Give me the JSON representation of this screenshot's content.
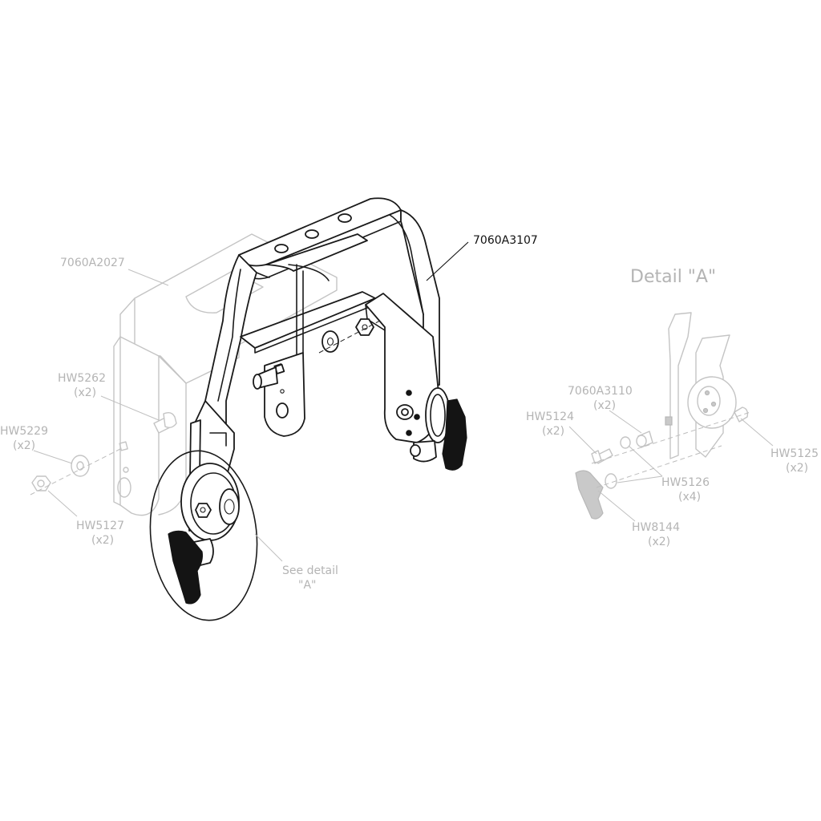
{
  "labels": {
    "main_assembly": "7060A3107",
    "bracket": "7060A2027",
    "detail_title": "Detail \"A\"",
    "see_detail_1": "See detail",
    "see_detail_2": "\"A\"",
    "hw5262": "HW5262",
    "hw5262_qty": "(x2)",
    "hw5229": "HW5229",
    "hw5229_qty": "(x2)",
    "hw5127": "HW5127",
    "hw5127_qty": "(x2)",
    "a3110": "7060A3110",
    "a3110_qty": "(x2)",
    "hw5124": "HW5124",
    "hw5124_qty": "(x2)",
    "hw5125": "HW5125",
    "hw5125_qty": "(x2)",
    "hw5126": "HW5126",
    "hw5126_qty": "(x4)",
    "hw8144": "HW8144",
    "hw8144_qty": "(x2)"
  },
  "colors": {
    "ink": "#1a1a1a",
    "ghost": "#c4c4c4",
    "label_grey": "#b4b4b4"
  }
}
